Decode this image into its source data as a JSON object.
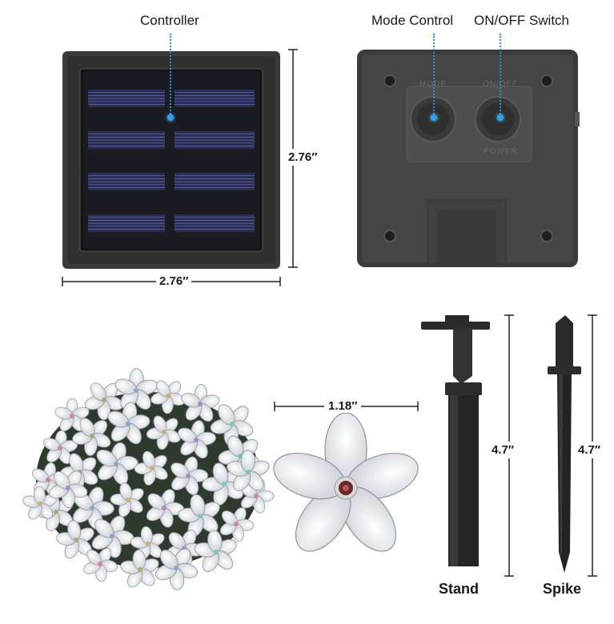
{
  "labels": {
    "controller": "Controller",
    "mode_control": "Mode Control",
    "onoff_switch": "ON/OFF Switch",
    "stand": "Stand",
    "spike": "Spike"
  },
  "dimensions": {
    "panel_height": "2.76″",
    "panel_width": "2.76″",
    "flower_width": "1.18″",
    "stand_height": "4.7″",
    "spike_height": "4.7″"
  },
  "back_panel_text": {
    "mode": "MODE",
    "onoff": "ON/OFF",
    "power": "POWER"
  },
  "colors": {
    "panel_frame": "#3a3a3a",
    "solar_cell": "#2b2d55",
    "callout": "#2aa3ef"
  }
}
